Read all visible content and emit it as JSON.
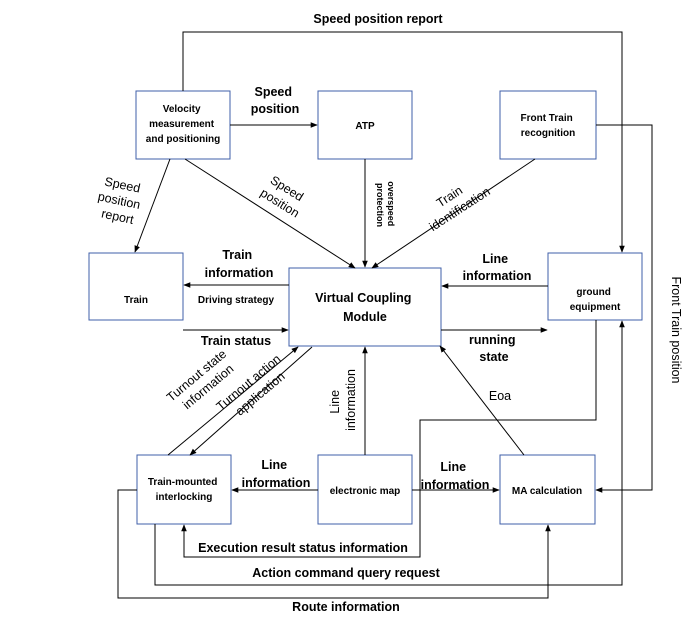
{
  "nodes": {
    "velocity": [
      "Velocity",
      "measurement",
      "and positioning"
    ],
    "atp": "ATP",
    "front_train": [
      "Front Train",
      "recognition"
    ],
    "train": "Train",
    "vcm": [
      "Virtual Coupling",
      "Module"
    ],
    "ground": [
      "ground",
      "equipment"
    ],
    "interlocking": [
      "Train-mounted",
      "interlocking"
    ],
    "emap": "electronic map",
    "ma": "MA calculation"
  },
  "edges": {
    "speed_position_report_top": "Speed position report",
    "vel_atp": [
      "Speed",
      "position"
    ],
    "vel_train": [
      "Speed",
      "position",
      "report"
    ],
    "vel_vcm": [
      "Speed",
      "position"
    ],
    "atp_vcm": [
      "overspeed",
      "protection"
    ],
    "front_vcm": [
      "Train",
      "identification"
    ],
    "vcm_train_info": [
      "Train",
      "information"
    ],
    "driving_strategy": "Driving strategy",
    "train_status": "Train status",
    "ground_vcm": [
      "Line",
      "information"
    ],
    "running_state": [
      "running",
      "state"
    ],
    "eoa": "Eoa",
    "turnout_state": [
      "Turnout state",
      "information"
    ],
    "turnout_action": [
      "Turnout action",
      "application"
    ],
    "emap_vcm": [
      "Line",
      "information"
    ],
    "emap_inter": [
      "Line",
      "information"
    ],
    "emap_ma": [
      "Line",
      "information"
    ],
    "execution_result": "Execution result status information",
    "action_command": "Action command query request",
    "route_info": "Route information",
    "front_train_position": "Front Train position"
  }
}
